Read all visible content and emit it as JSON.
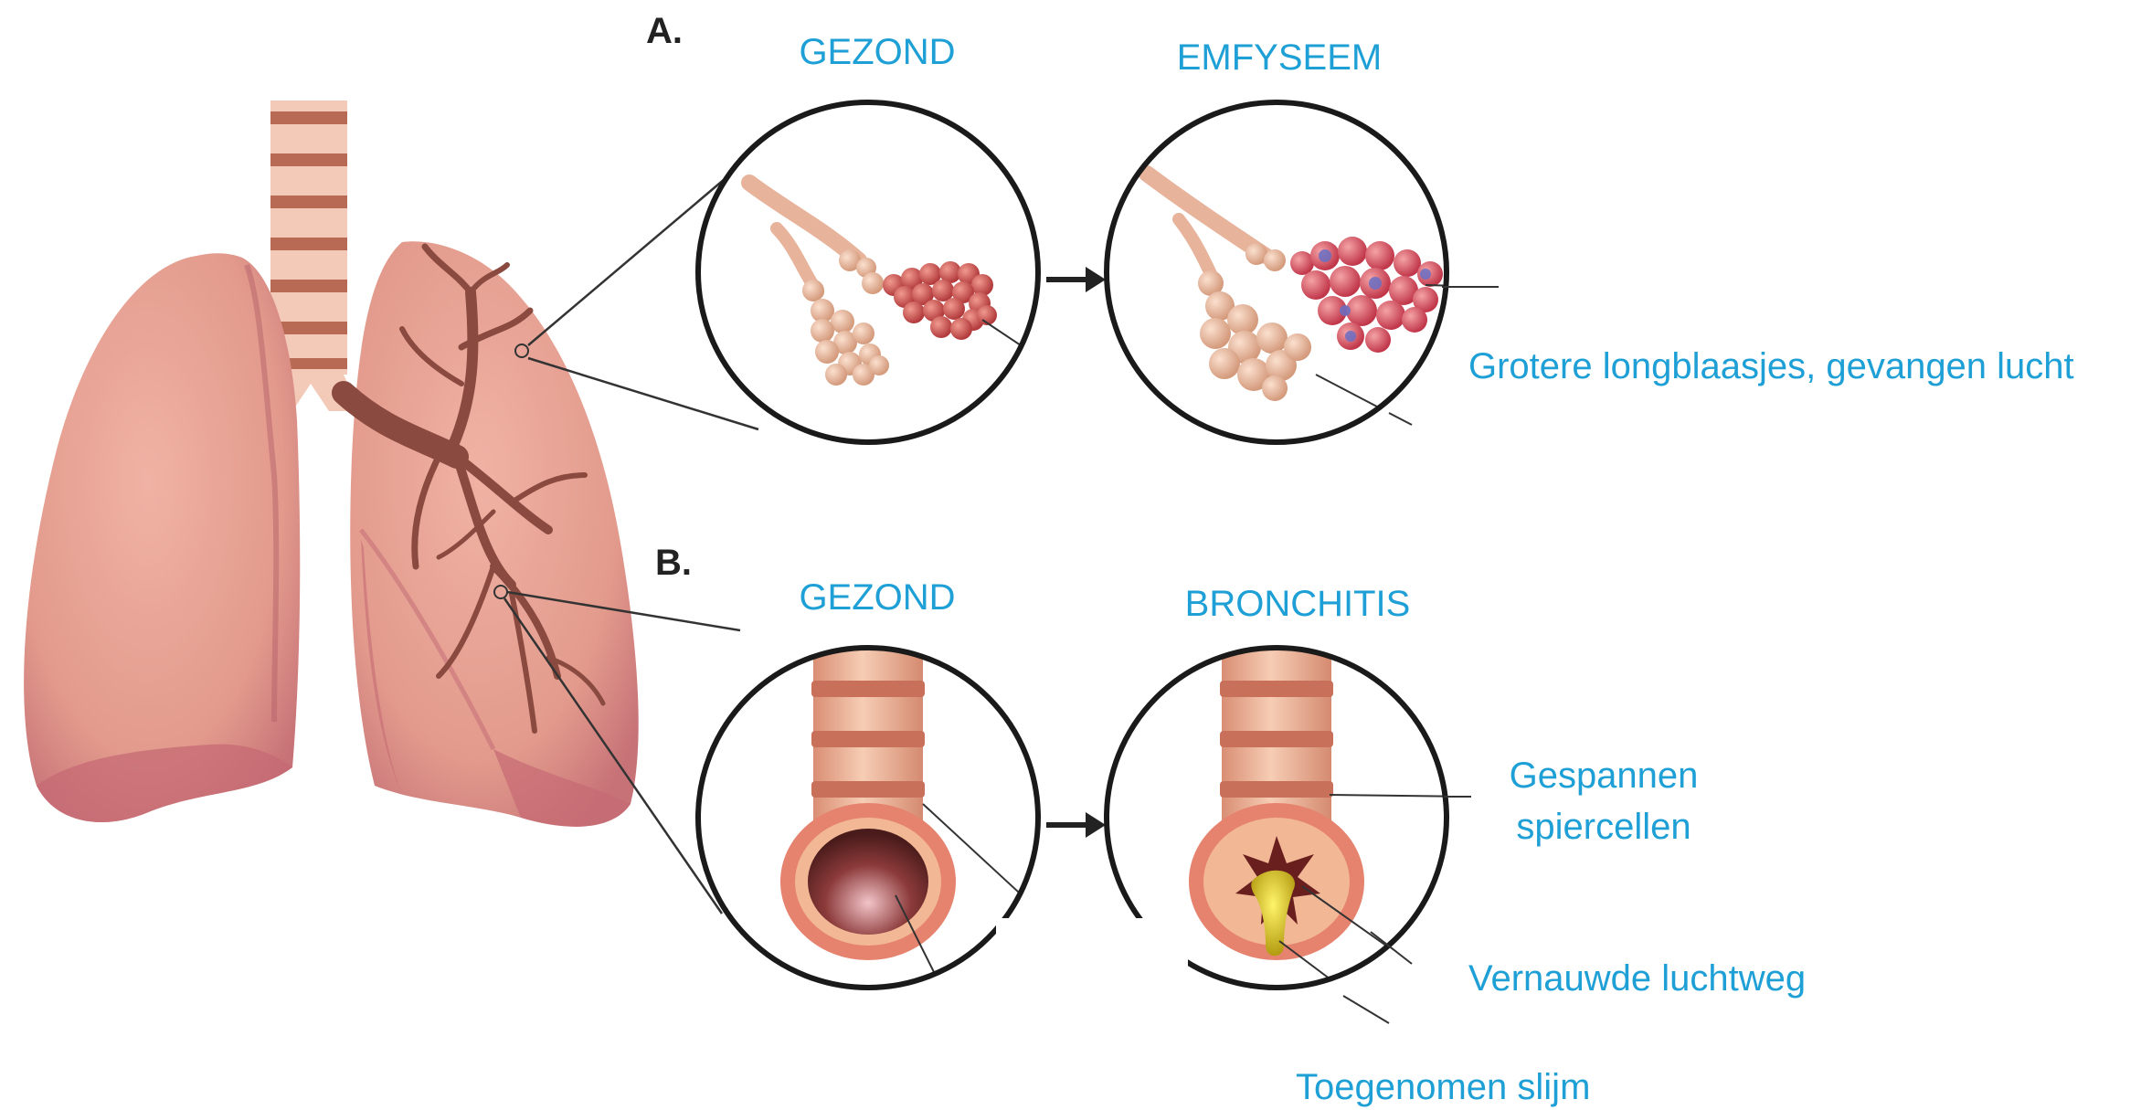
{
  "sections": {
    "a": {
      "letter": "A.",
      "left_title": "GEZOND",
      "right_title": "EMFYSEEM",
      "annotation": "Grotere longblaasjes, gevangen lucht"
    },
    "b": {
      "letter": "B.",
      "left_title": "GEZOND",
      "right_title": "BRONCHITIS",
      "annotation_muscle_1": "Gespannen",
      "annotation_muscle_2": "spiercellen",
      "annotation_airway": "Vernauwde luchtweg",
      "annotation_mucus": "Toegenomen slijm"
    }
  },
  "colors": {
    "label": "#1ea0d6",
    "lung": "#e9a394",
    "lung_dark": "#c6727a",
    "bronchi": "#8a4a3f",
    "trachea_ring": "#b86a55",
    "alveoli_healthy": "#e8b39a",
    "alveoli_red": "#c64a4a",
    "mucus": "#d4c21a"
  }
}
